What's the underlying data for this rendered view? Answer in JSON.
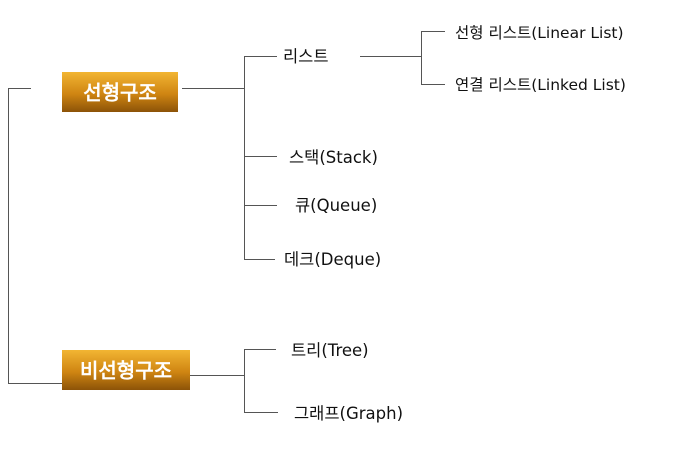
{
  "categories": {
    "linear": "선형구조",
    "nonlinear": "비선형구조"
  },
  "linear_items": {
    "list": "리스트",
    "linear_list": "선형 리스트(Linear List)",
    "linked_list": "연결 리스트(Linked List)",
    "stack": "스택(Stack)",
    "queue": "큐(Queue)",
    "deque": "데크(Deque)"
  },
  "nonlinear_items": {
    "tree": "트리(Tree)",
    "graph": "그래프(Graph)"
  },
  "colors": {
    "box_gradient_top": "#f2b533",
    "box_gradient_bottom": "#8c5308",
    "line": "#555555",
    "text": "#111111"
  }
}
